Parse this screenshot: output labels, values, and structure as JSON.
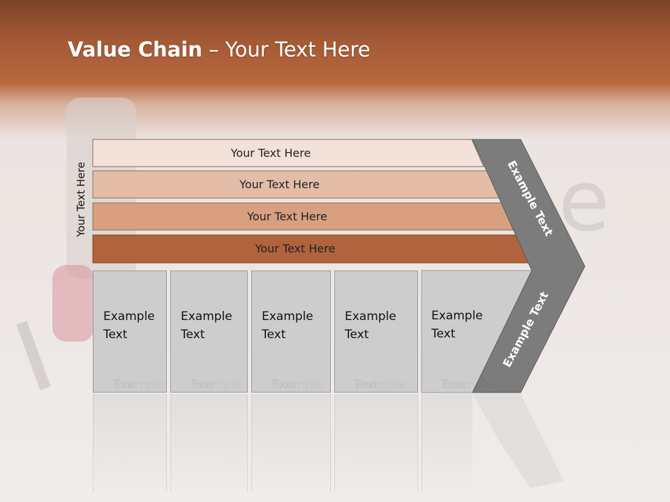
{
  "slide": {
    "title_bold": "Value Chain",
    "title_rest": " – Your Text Here",
    "vertical_label": "Your Text Here"
  },
  "bars": [
    {
      "label": "Your Text Here",
      "color": "#f2e2d9"
    },
    {
      "label": "Your Text Here",
      "color": "#e4bda8"
    },
    {
      "label": "Your Text Here",
      "color": "#d8a07e"
    },
    {
      "label": "Your Text Here",
      "color": "#b0633d"
    }
  ],
  "boxes": [
    {
      "line1": "Example",
      "line2": "Text"
    },
    {
      "line1": "Example",
      "line2": "Text"
    },
    {
      "line1": "Example",
      "line2": "Text"
    },
    {
      "line1": "Example",
      "line2": "Text"
    },
    {
      "line1": "Example",
      "line2": "Text"
    }
  ],
  "chevron": {
    "upper_label": "Example Text",
    "lower_label": "Example Text",
    "color": "#7c7c7c"
  },
  "colors": {
    "box_fill": "#cdcdcd",
    "bar_stroke": "#8a6a5a"
  }
}
